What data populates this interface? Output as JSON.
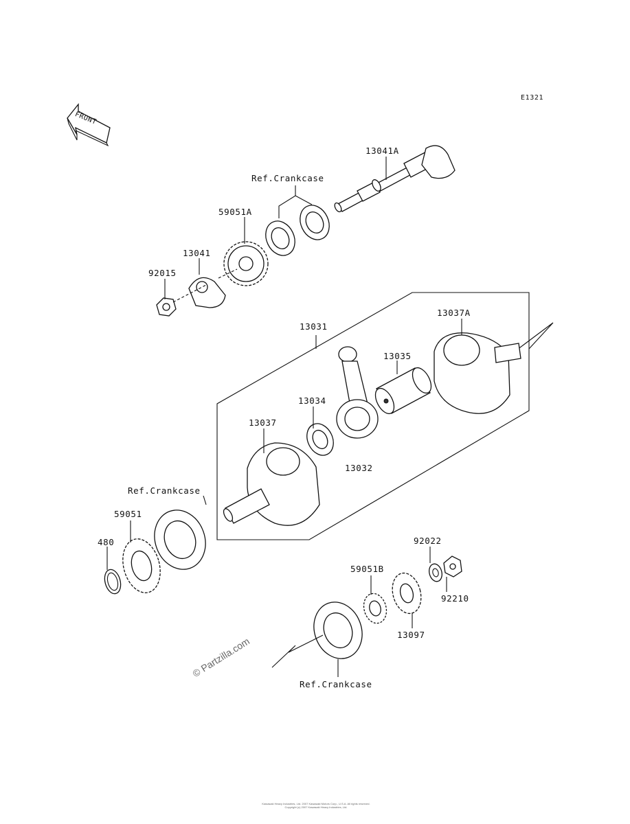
{
  "diagram": {
    "code": "E1321",
    "front_label": "FRONT",
    "copyright": "© Partzilla.com",
    "footer_line1": "Kawasaki Heavy Industries, Ltd. 2007 Kawasaki Motors Corp., U.S.A. All rights reserved.",
    "footer_line2": "Copyright (c) 2007 Kawasaki Heavy Industries, Ltd.",
    "parts": [
      {
        "number": "13041A"
      },
      {
        "number": "Ref.Crankcase"
      },
      {
        "number": "59051A"
      },
      {
        "number": "13041"
      },
      {
        "number": "92015"
      },
      {
        "number": "13031"
      },
      {
        "number": "13037A"
      },
      {
        "number": "13035"
      },
      {
        "number": "13034"
      },
      {
        "number": "13037"
      },
      {
        "number": "13032"
      },
      {
        "number": "Ref.Crankcase"
      },
      {
        "number": "59051"
      },
      {
        "number": "480"
      },
      {
        "number": "92022"
      },
      {
        "number": "59051B"
      },
      {
        "number": "92210"
      },
      {
        "number": "13097"
      },
      {
        "number": "Ref.Crankcase"
      }
    ]
  }
}
